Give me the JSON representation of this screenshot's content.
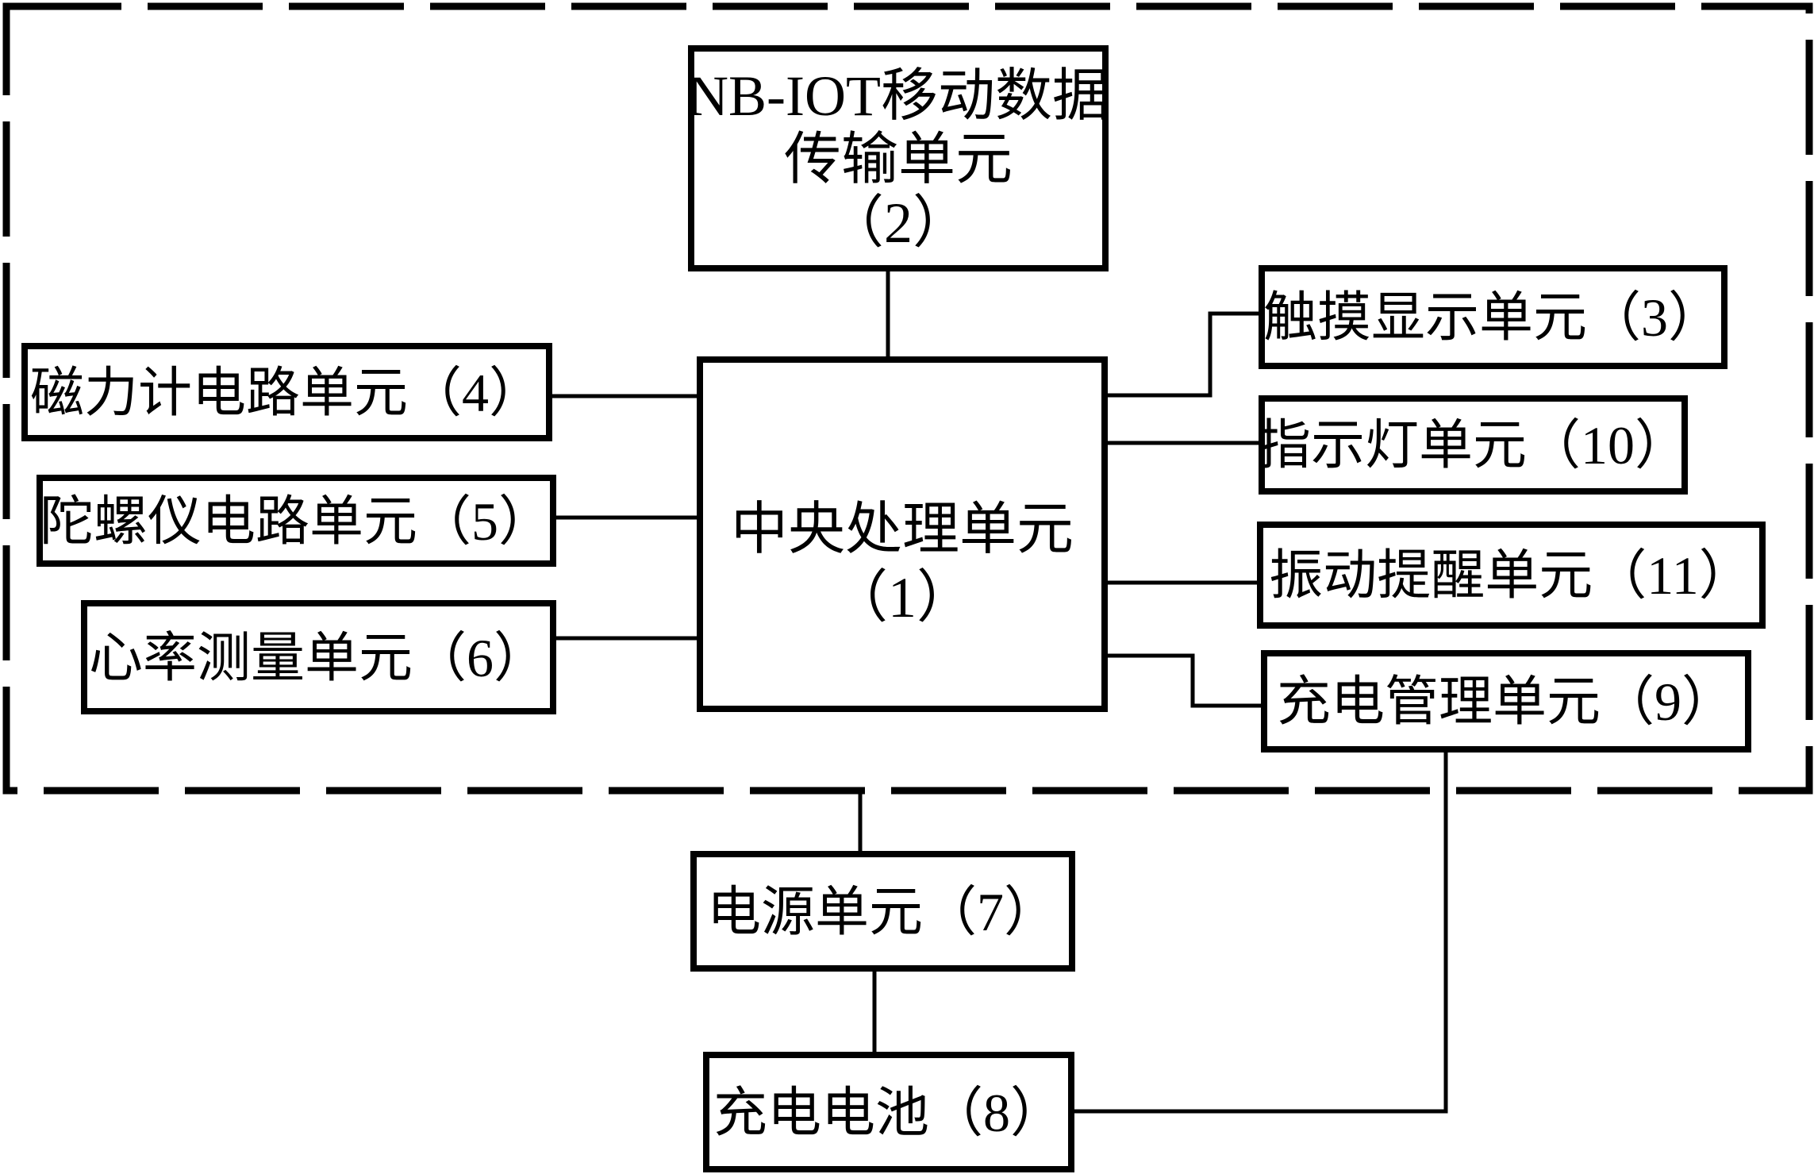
{
  "diagram": {
    "kind": "system-block-diagram",
    "colors": {
      "line": "#000000",
      "background": "#ffffff",
      "text": "#000000"
    },
    "boxes": {
      "nbiot_transmission": {
        "lines": [
          "NB-IOT移动数据",
          "传输单元",
          "（2）"
        ],
        "full_label": "NB-IOT移动数据传输单元（2）"
      },
      "cpu": {
        "lines": [
          "中央处理单元",
          "（1）"
        ],
        "full_label": "中央处理单元（1）"
      },
      "magnetometer": {
        "label": "磁力计电路单元（4）"
      },
      "gyroscope": {
        "label": "陀螺仪电路单元（5）"
      },
      "heart_rate": {
        "label": "心率测量单元（6）"
      },
      "touch_display": {
        "label": "触摸显示单元（3）"
      },
      "indicator_light": {
        "label": "指示灯单元（10）"
      },
      "vibration_alert": {
        "label": "振动提醒单元（11）"
      },
      "charge_management": {
        "label": "充电管理单元（9）"
      },
      "power_supply": {
        "label": "电源单元（7）"
      },
      "battery": {
        "label": "充电电池（8）"
      }
    }
  }
}
